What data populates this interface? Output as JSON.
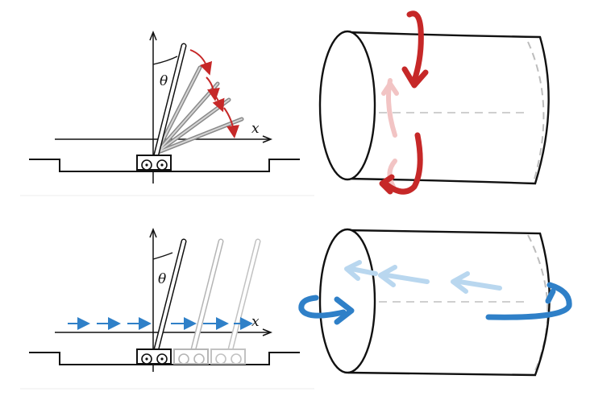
{
  "panels": {
    "rotation_cart": {
      "angle_label": "θ",
      "axis_label": "x",
      "arrow_color": "#c62828"
    },
    "translation_cart": {
      "angle_label": "θ",
      "axis_label": "x",
      "arrow_color": "#2f80c8"
    },
    "rotation_cylinder": {
      "arrow_color": "#c62828"
    },
    "translation_cylinder": {
      "arrow_color": "#2f80c8"
    }
  }
}
